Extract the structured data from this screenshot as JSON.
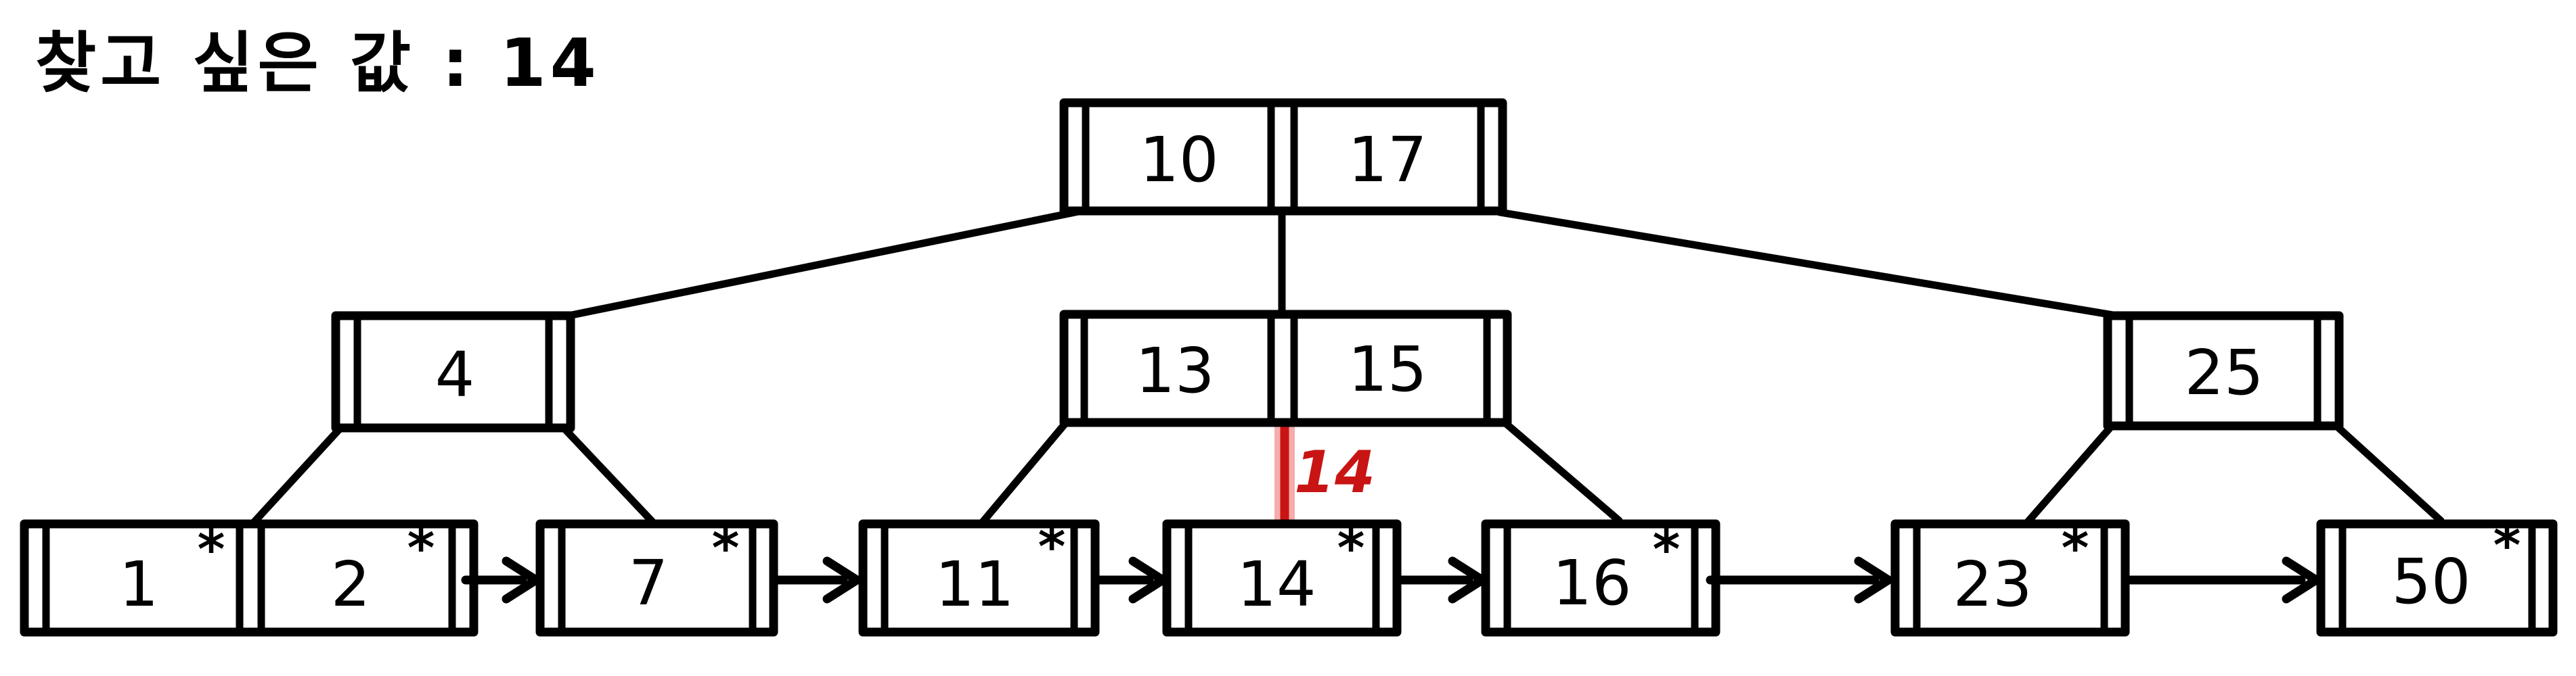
{
  "page": {
    "title": "찾고 싶은 값 : 14",
    "background": "#ffffff",
    "ink_color": "#000000"
  },
  "highlight": {
    "label": "14",
    "core_color": "#c91414",
    "halo_color": "#f5a4a4",
    "label_color": "#c91414"
  },
  "tree": {
    "type": "b-plus-tree",
    "root": {
      "keys": [
        "10",
        "17"
      ]
    },
    "internal": [
      {
        "keys": [
          "4"
        ]
      },
      {
        "keys": [
          "13",
          "15"
        ]
      },
      {
        "keys": [
          "25"
        ]
      }
    ],
    "leaves": [
      {
        "entries": [
          {
            "value": "1",
            "star": "*"
          },
          {
            "value": "2",
            "star": "*"
          }
        ]
      },
      {
        "entries": [
          {
            "value": "7",
            "star": "*"
          }
        ]
      },
      {
        "entries": [
          {
            "value": "11",
            "star": "*"
          }
        ]
      },
      {
        "entries": [
          {
            "value": "14",
            "star": "*"
          }
        ]
      },
      {
        "entries": [
          {
            "value": "16",
            "star": "*"
          }
        ]
      },
      {
        "entries": [
          {
            "value": "23",
            "star": "*"
          }
        ]
      },
      {
        "entries": [
          {
            "value": "50",
            "star": "*"
          }
        ]
      }
    ]
  }
}
